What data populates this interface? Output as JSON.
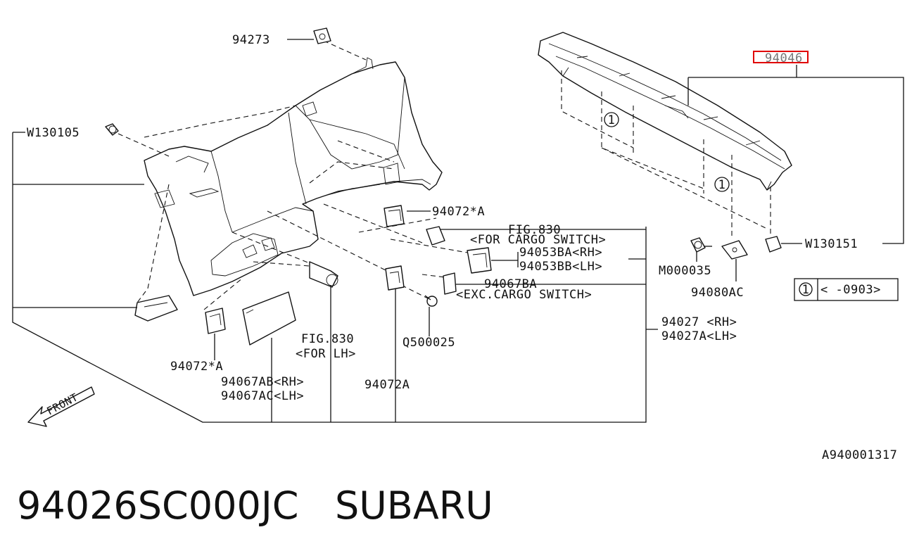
{
  "diagram": {
    "labels": {
      "p94273": "94273",
      "w130105": "W130105",
      "p94072sA_top": "94072*A",
      "fig830_cargo": "FIG.830",
      "for_cargo_switch": "<FOR CARGO SWITCH>",
      "p94053BA": "94053BA<RH>",
      "p94053BB": "94053BB<LH>",
      "p94067BA": "94067BA",
      "exc_cargo_switch": "<EXC.CARGO SWITCH>",
      "p94072sA_bottom": "94072*A",
      "fig830_lh": "FIG.830",
      "for_lh": "<FOR LH>",
      "q500025": "Q500025",
      "p94067AB": "94067AB<RH>",
      "p94067AC": "94067AC<LH>",
      "p94072A": "94072A",
      "p94027": "94027  <RH>",
      "p94027A": "94027A<LH>",
      "p94046": "94046",
      "w130151": "W130151",
      "m000035": "M000035",
      "p94080AC": "94080AC",
      "note_num": "1",
      "note_range": "<  -0903>",
      "callout_1a": "1",
      "callout_1b": "1",
      "front": "FRONT",
      "diagram_id": "A940001317"
    },
    "highlight_color": "#e00000"
  },
  "footer": {
    "part_number": "94026SC000JC",
    "brand": "SUBARU"
  }
}
